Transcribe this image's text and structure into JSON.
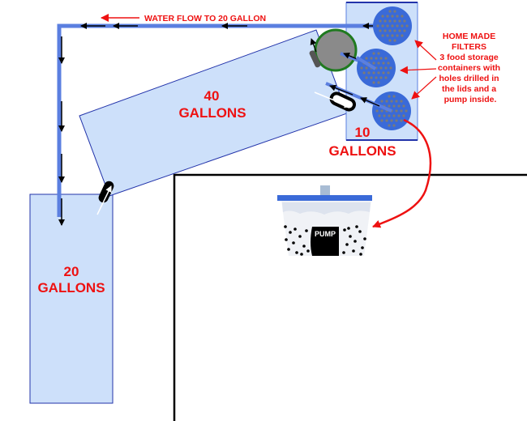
{
  "title_note": "WATER FLOW TO 20 GALLON",
  "tanks": {
    "tank_40": {
      "number": "40",
      "unit": "GALLONS"
    },
    "tank_20": {
      "number": "20",
      "unit": "GALLONS"
    },
    "tank_10": {
      "number": "10",
      "unit": "GALLONS"
    }
  },
  "filters_note": {
    "lines": [
      "HOME MADE",
      "FILTERS",
      "3 food storage",
      "containers with",
      "holes drilled in",
      "the lids and a",
      "pump inside."
    ]
  },
  "pump_detail": {
    "label": "PUMP"
  },
  "colors": {
    "tank_fill": "#cde0fa",
    "tank_stroke": "#2233aa",
    "pipe": "#5b7fe0",
    "filter_disc": "#3a6ad8",
    "filter_dots": "#7a7a7a",
    "sponge_ring": "#1f7a1f",
    "sponge_fill": "#8a8a8a",
    "annotation": "#ee1111",
    "floor_outline": "#000000"
  }
}
